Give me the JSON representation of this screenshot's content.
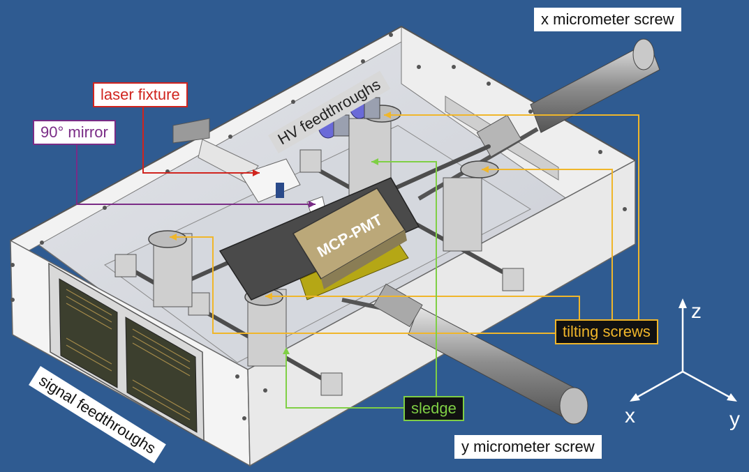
{
  "labels": {
    "x_screw": "x micrometer screw",
    "y_screw": "y micrometer screw",
    "laser": "laser fixture",
    "mirror": "90° mirror",
    "hv": "HV feedthroughs",
    "signal": "signal feedthroughs",
    "tilting": "tilting screws",
    "sledge": "sledge",
    "mcp": "MCP-PMT"
  },
  "axes": {
    "x": "x",
    "y": "y",
    "z": "z"
  },
  "colors": {
    "background": "#2f5b91",
    "laser": "#d0241e",
    "mirror": "#7a2c86",
    "tilting": "#f0b62a",
    "sledge": "#7fcf45"
  }
}
